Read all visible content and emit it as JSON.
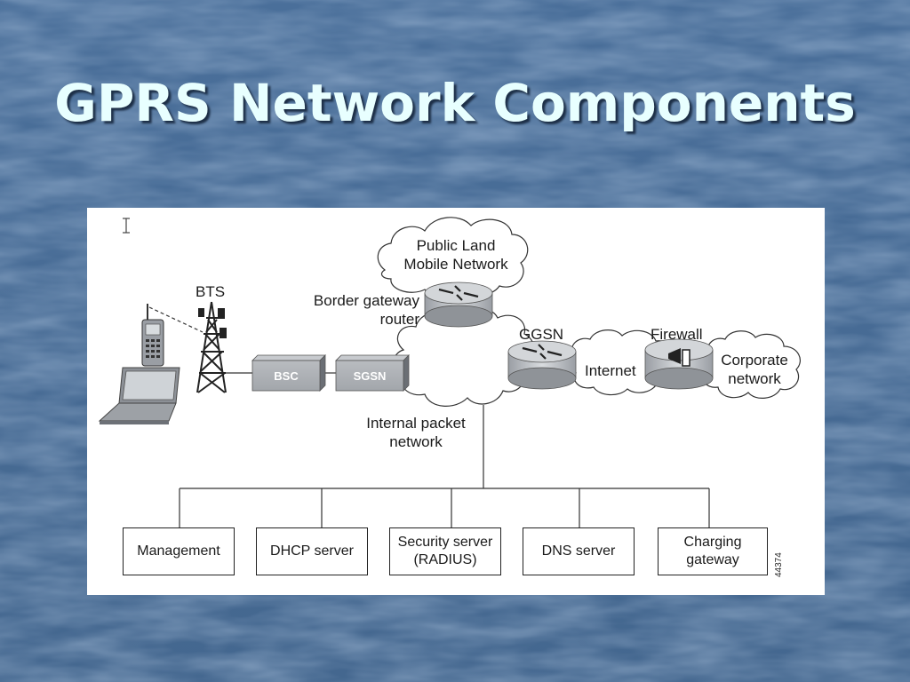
{
  "slide": {
    "title": "GPRS Network Components",
    "colors": {
      "background": "#4a6e98",
      "title": "#e8ffff",
      "panel": "#ffffff",
      "device": "#7a7f86"
    }
  },
  "diagram": {
    "cursor_icon": "text-cursor-icon",
    "bts_label": "BTS",
    "plmn_label_line1": "Public Land",
    "plmn_label_line2": "Mobile Network",
    "bgr_label_line1": "Border gateway",
    "bgr_label_line2": "router",
    "bsc_label": "BSC",
    "sgsn_label": "SGSN",
    "ggsn_label": "GGSN",
    "internet_label": "Internet",
    "firewall_label": "Firewall",
    "corporate_label_line1": "Corporate",
    "corporate_label_line2": "network",
    "internal_label_line1": "Internal packet",
    "internal_label_line2": "network",
    "servers": [
      {
        "label": "Management"
      },
      {
        "label": "DHCP server"
      },
      {
        "label": "Security server\n(RADIUS)"
      },
      {
        "label": "DNS server"
      },
      {
        "label": "Charging\ngateway"
      }
    ],
    "figure_number": "44374"
  }
}
